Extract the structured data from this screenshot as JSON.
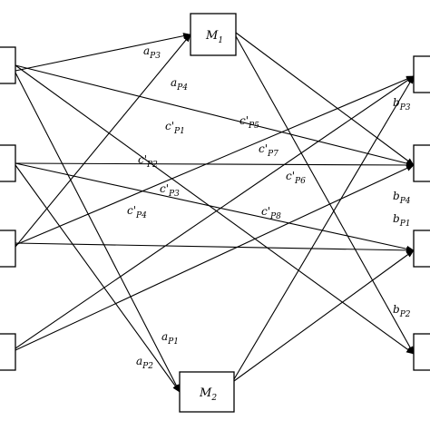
{
  "diagram": {
    "nodes": [
      {
        "id": "M1",
        "base": "M",
        "sub": "1"
      },
      {
        "id": "M2",
        "base": "M",
        "sub": "2"
      },
      {
        "id": "L1",
        "base": "",
        "sub": ""
      },
      {
        "id": "L2",
        "base": "",
        "sub": ""
      },
      {
        "id": "L3",
        "base": "",
        "sub": ""
      },
      {
        "id": "L4",
        "base": "",
        "sub": ""
      },
      {
        "id": "R1",
        "base": "",
        "sub": ""
      },
      {
        "id": "R2",
        "base": "",
        "sub": ""
      },
      {
        "id": "R3",
        "base": "",
        "sub": ""
      },
      {
        "id": "R4",
        "base": "",
        "sub": ""
      }
    ],
    "edges": [
      {
        "from": "L1",
        "to": "M1"
      },
      {
        "from": "L3",
        "to": "M1"
      },
      {
        "from": "L2",
        "to": "M2"
      },
      {
        "from": "L1",
        "to": "M2"
      },
      {
        "from": "M1",
        "to": "R2"
      },
      {
        "from": "M1",
        "to": "R4"
      },
      {
        "from": "M2",
        "to": "R1"
      },
      {
        "from": "M2",
        "to": "R3"
      },
      {
        "from": "L1",
        "to": "R2"
      },
      {
        "from": "L1",
        "to": "R4"
      },
      {
        "from": "L2",
        "to": "R2"
      },
      {
        "from": "L2",
        "to": "R3"
      },
      {
        "from": "L3",
        "to": "R1"
      },
      {
        "from": "L3",
        "to": "R3"
      },
      {
        "from": "L4",
        "to": "R1"
      },
      {
        "from": "L4",
        "to": "R2"
      }
    ],
    "labels": [
      {
        "base": "a",
        "prime": "",
        "sub": "P3"
      },
      {
        "base": "a",
        "prime": "",
        "sub": "P4"
      },
      {
        "base": "c",
        "prime": "'",
        "sub": "P1"
      },
      {
        "base": "c",
        "prime": "'",
        "sub": "P5"
      },
      {
        "base": "c",
        "prime": "'",
        "sub": "P7"
      },
      {
        "base": "c",
        "prime": "'",
        "sub": "P2"
      },
      {
        "base": "c",
        "prime": "'",
        "sub": "P6"
      },
      {
        "base": "c",
        "prime": "'",
        "sub": "P3"
      },
      {
        "base": "c",
        "prime": "'",
        "sub": "P4"
      },
      {
        "base": "c",
        "prime": "'",
        "sub": "P8"
      },
      {
        "base": "b",
        "prime": "",
        "sub": "P3"
      },
      {
        "base": "b",
        "prime": "",
        "sub": "P4"
      },
      {
        "base": "b",
        "prime": "",
        "sub": "P1"
      },
      {
        "base": "b",
        "prime": "",
        "sub": "P2"
      },
      {
        "base": "a",
        "prime": "",
        "sub": "P1"
      },
      {
        "base": "a",
        "prime": "",
        "sub": "P2"
      }
    ]
  }
}
